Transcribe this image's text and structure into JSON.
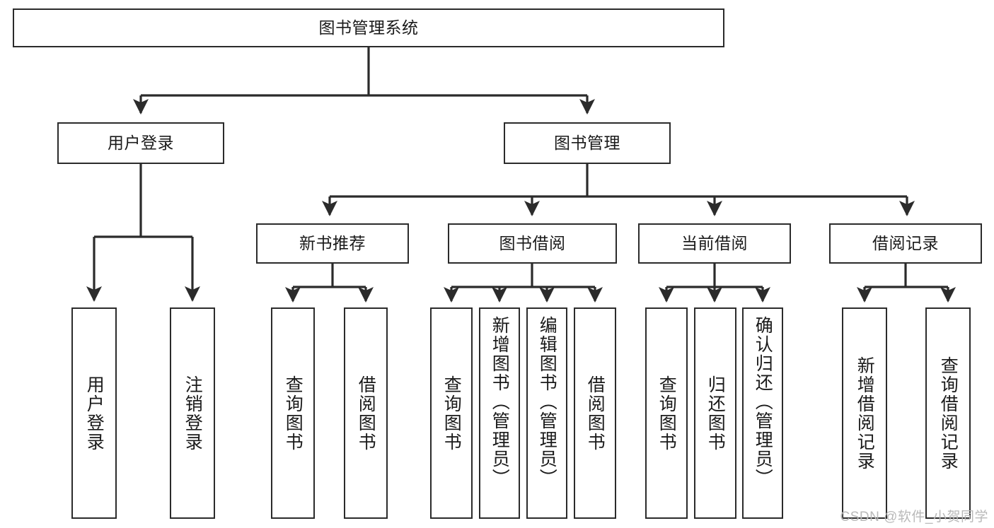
{
  "diagram": {
    "title": "图书管理系统",
    "type": "tree-hierarchy-diagram",
    "orientation": "top-down",
    "colors": {
      "box_border": "#2b2b2b",
      "box_fill": "#ffffff",
      "edge": "#2b2b2b",
      "text": "#1a1a1a",
      "watermark": "#b9b9b9",
      "background": "#ffffff"
    },
    "root": {
      "label": "图书管理系统"
    },
    "level1": [
      {
        "label": "用户登录"
      },
      {
        "label": "图书管理"
      }
    ],
    "level2": [
      {
        "label": "新书推荐"
      },
      {
        "label": "图书借阅"
      },
      {
        "label": "当前借阅"
      },
      {
        "label": "借阅记录"
      }
    ],
    "leaves": {
      "user_login": [
        {
          "label": "用户登录"
        },
        {
          "label": "注销登录"
        }
      ],
      "new_book_recommend": [
        {
          "label": "查询图书"
        },
        {
          "label": "借阅图书"
        }
      ],
      "book_borrow": [
        {
          "label": "查询图书"
        },
        {
          "label": "新增图书（管理员）"
        },
        {
          "label": "编辑图书（管理员）"
        },
        {
          "label": "借阅图书"
        }
      ],
      "current_borrow": [
        {
          "label": "查询图书"
        },
        {
          "label": "归还图书"
        },
        {
          "label": "确认归还（管理员）"
        }
      ],
      "borrow_record": [
        {
          "label": "新增借阅记录"
        },
        {
          "label": "查询借阅记录"
        }
      ]
    }
  },
  "watermark": {
    "text": "CSDN @软件_小贺同学"
  }
}
